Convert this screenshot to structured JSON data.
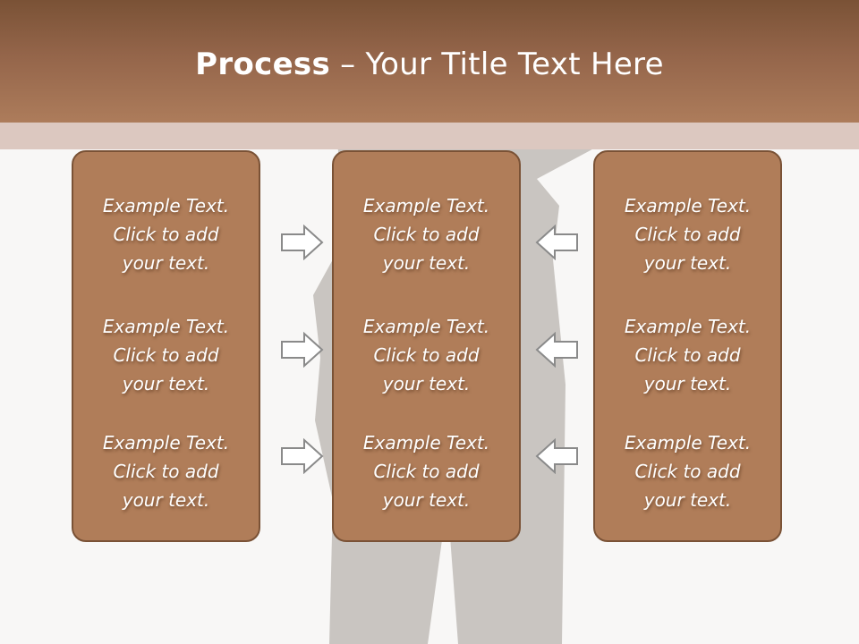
{
  "header": {
    "title_bold": "Process",
    "title_rest": " – Your Title Text Here"
  },
  "colors": {
    "header_top": "#7a5236",
    "header_bottom": "#ad7c5b",
    "panel_fill": "#b07d59",
    "panel_border": "#7a5236",
    "arrow_outline": "#8a8a8a",
    "silhouette": "#c9c5c1"
  },
  "panels": [
    {
      "items": [
        {
          "line1": "Example Text.",
          "line2": "Click  to add",
          "line3": "your text."
        },
        {
          "line1": "Example Text.",
          "line2": "Click  to add",
          "line3": "your text."
        },
        {
          "line1": "Example Text.",
          "line2": "Click  to add",
          "line3": "your text."
        }
      ]
    },
    {
      "items": [
        {
          "line1": "Example Text.",
          "line2": "Click  to add",
          "line3": "your text."
        },
        {
          "line1": "Example Text.",
          "line2": "Click  to add",
          "line3": "your text."
        },
        {
          "line1": "Example Text.",
          "line2": "Click  to add",
          "line3": "your text."
        }
      ]
    },
    {
      "items": [
        {
          "line1": "Example Text.",
          "line2": "Click  to add",
          "line3": "your text."
        },
        {
          "line1": "Example Text.",
          "line2": "Click  to add",
          "line3": "your text."
        },
        {
          "line1": "Example Text.",
          "line2": "Click  to add",
          "line3": "your text."
        }
      ]
    }
  ],
  "arrows": {
    "left_column": [
      "arrow-right-icon",
      "arrow-right-icon",
      "arrow-right-icon"
    ],
    "right_column": [
      "arrow-left-icon",
      "arrow-left-icon",
      "arrow-left-icon"
    ]
  }
}
